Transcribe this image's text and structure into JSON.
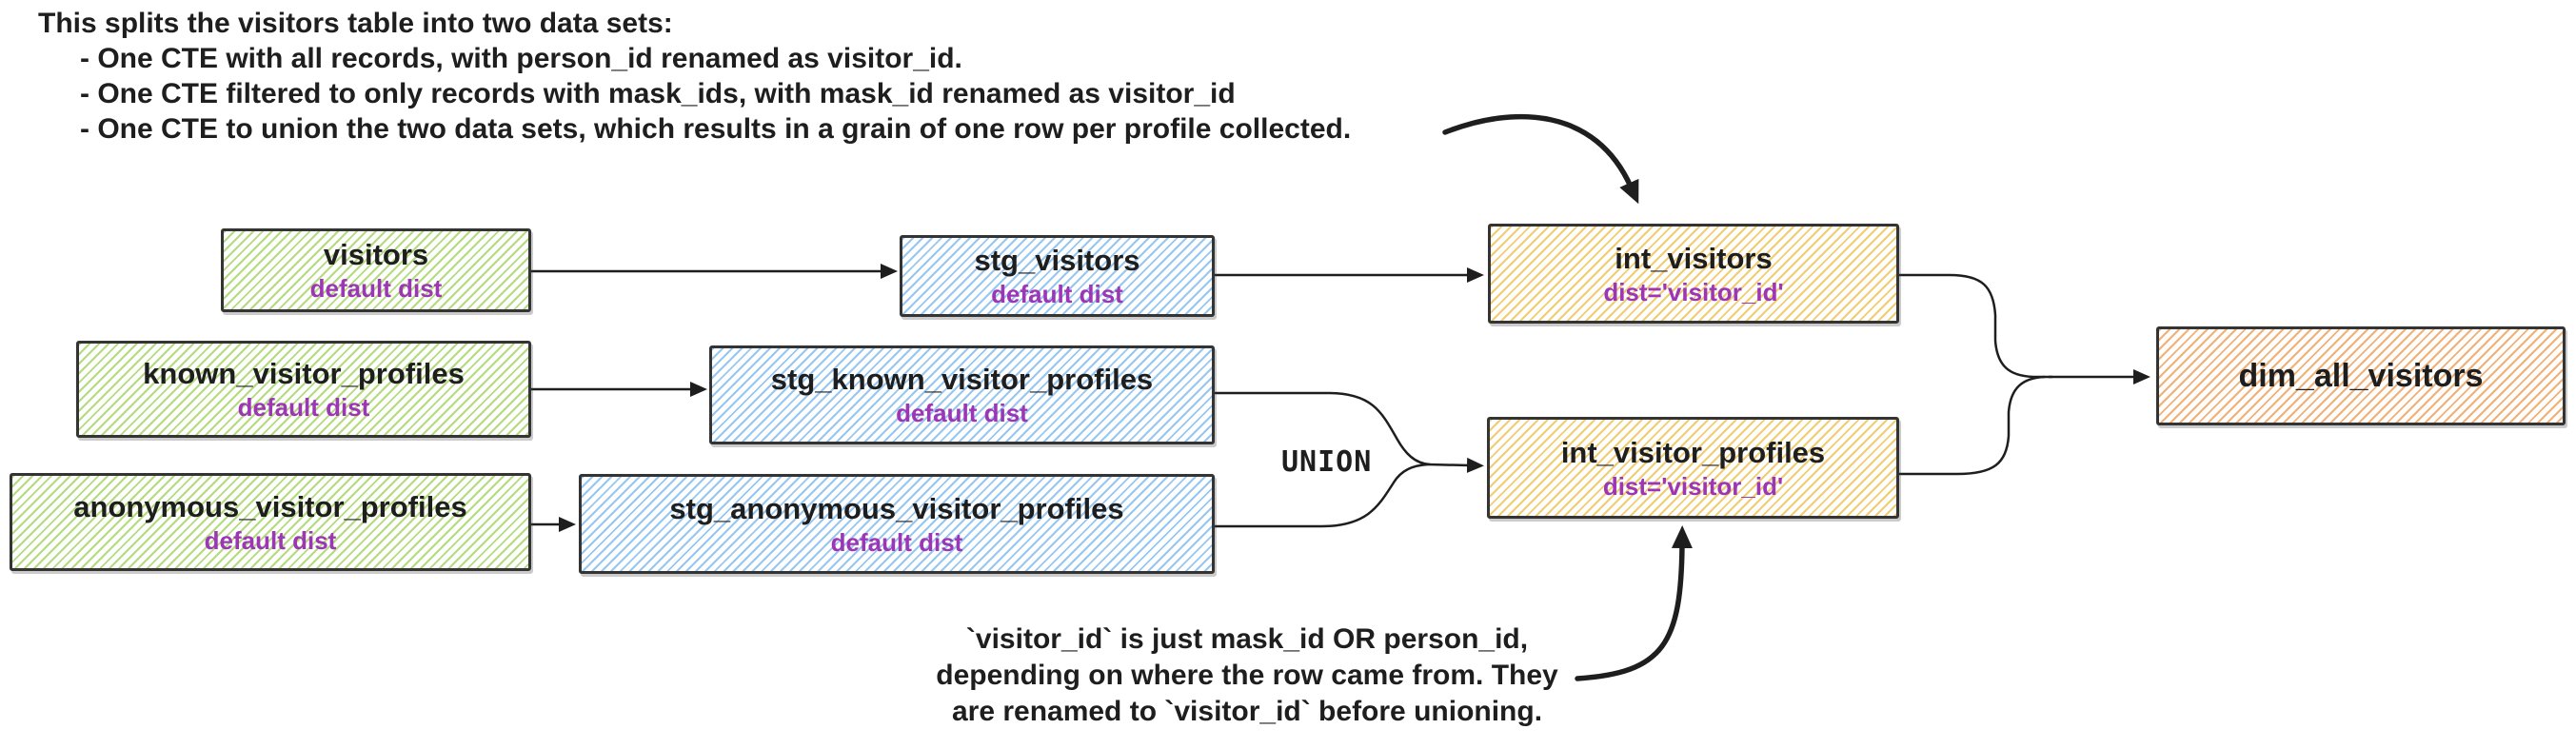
{
  "top_note": {
    "title": "This splits the visitors table into two data sets:",
    "bullets": [
      "- One CTE with all records, with person_id renamed as visitor_id.",
      "- One CTE filtered to only records with mask_ids, with mask_id renamed as visitor_id",
      "- One CTE to union the two data sets, which results in a grain of one row per profile collected."
    ]
  },
  "bottom_note": {
    "lines": [
      "`visitor_id` is just mask_id OR person_id,",
      "depending on where the row came from. They",
      "are renamed to `visitor_id` before unioning."
    ]
  },
  "union_label": "UNION",
  "nodes": {
    "visitors": {
      "title": "visitors",
      "subtitle": "default dist"
    },
    "stg_visitors": {
      "title": "stg_visitors",
      "subtitle": "default dist"
    },
    "int_visitors": {
      "title": "int_visitors",
      "subtitle": "dist='visitor_id'"
    },
    "known_visitor_profiles": {
      "title": "known_visitor_profiles",
      "subtitle": "default dist"
    },
    "stg_known_visitor_profiles": {
      "title": "stg_known_visitor_profiles",
      "subtitle": "default dist"
    },
    "anonymous_visitor_profiles": {
      "title": "anonymous_visitor_profiles",
      "subtitle": "default dist"
    },
    "stg_anonymous_visitor_profiles": {
      "title": "stg_anonymous_visitor_profiles",
      "subtitle": "default dist"
    },
    "int_visitor_profiles": {
      "title": "int_visitor_profiles",
      "subtitle": "dist='visitor_id'"
    },
    "dim_all_visitors": {
      "title": "dim_all_visitors"
    }
  },
  "colors": {
    "source_green": "#b4db7e",
    "staging_blue": "#97c7f1",
    "intermediate_yellow": "#f1cd72",
    "dimension_orange": "#f1b077",
    "subtitle_purple": "#9c36b5",
    "ink": "#1e1e1e"
  }
}
